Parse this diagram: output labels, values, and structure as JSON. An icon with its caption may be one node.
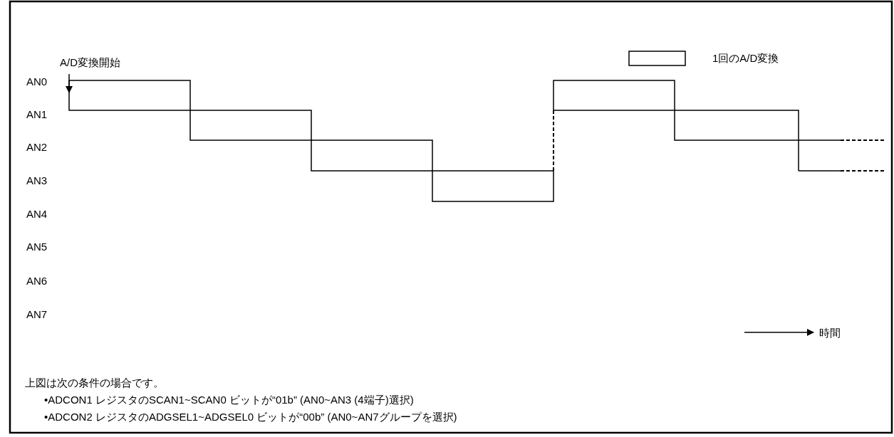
{
  "diagram": {
    "labels": [
      "A/D変換開始",
      "AN0",
      "AN1",
      "AN2",
      "AN3",
      "AN4",
      "AN5",
      "AN6",
      "AN7",
      "時間",
      "上図は次の条件の場合です。",
      "•ADCON1 レジスタのSCAN1~SCAN0 ビットが“01b” (AN0~AN3 (4端子)選択)",
      "•ADCON2 レジスタのADGSEL1~ADGSEL0 ビットが“00b” (AN0~AN7グループを選択)"
    ],
    "legend": [
      {
        "text": "1回のA/D変換"
      }
    ]
  }
}
